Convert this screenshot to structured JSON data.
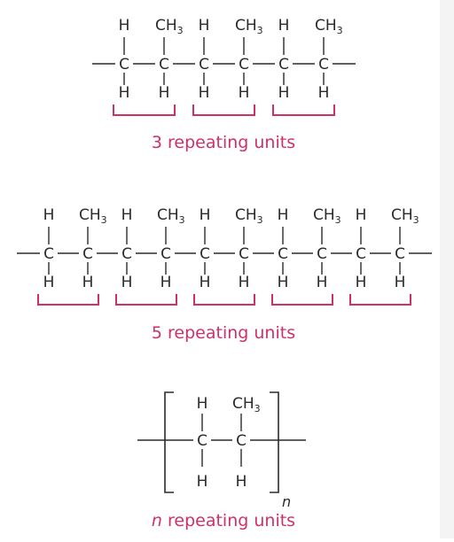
{
  "atoms": {
    "carbon": "C",
    "hydrogen": "H",
    "methyl_base": "CH",
    "methyl_sub": "3"
  },
  "colors": {
    "ink": "#2b2b2b",
    "accent": "#d0306a",
    "background": "#ffffff"
  },
  "diagrams": [
    {
      "id": "three-unit-chain",
      "repeat_units": 3,
      "caption": "3 repeating units"
    },
    {
      "id": "five-unit-chain",
      "repeat_units": 5,
      "caption": "5 repeating units"
    },
    {
      "id": "n-unit-formula",
      "caption_variable": "n",
      "caption_rest": " repeating units",
      "subscript": "n"
    }
  ]
}
